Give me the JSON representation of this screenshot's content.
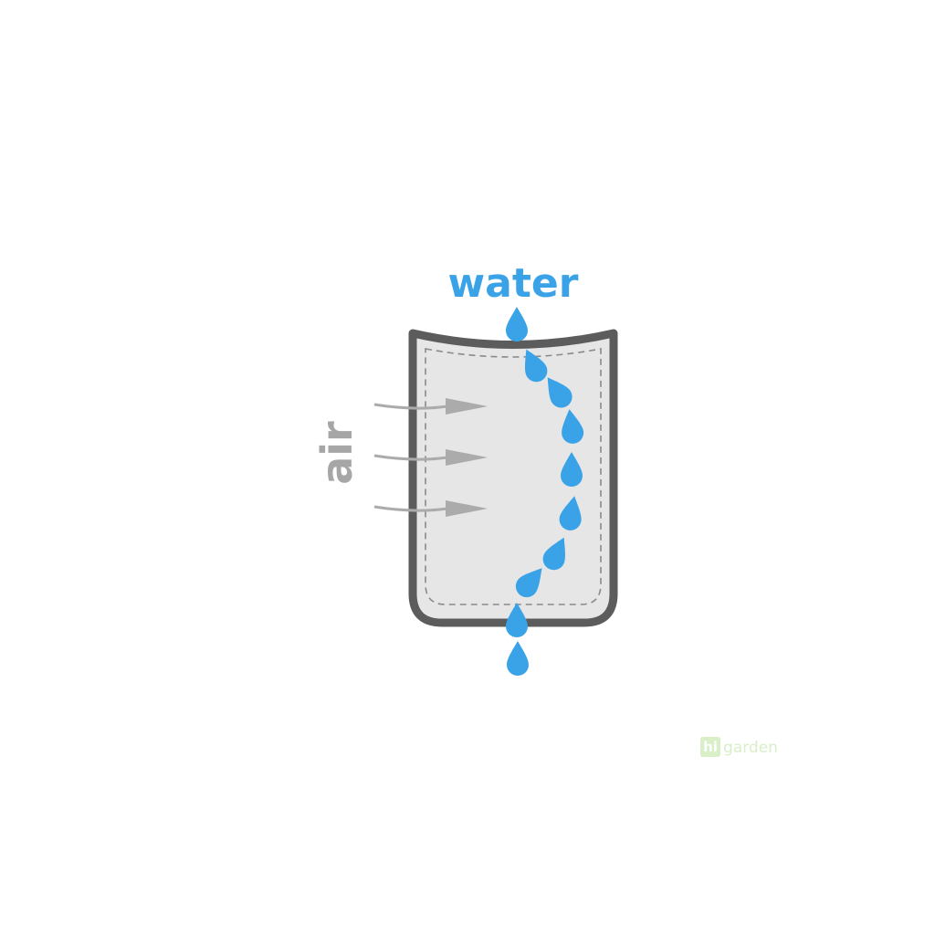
{
  "labels": {
    "water": "water",
    "air": "air"
  },
  "watermark": {
    "hi": "hi",
    "garden": "garden"
  },
  "colors": {
    "water": "#3aa3e8",
    "air_label": "#a6a6a6",
    "arrow": "#ababab",
    "pot_outline": "#5c5c5c",
    "pot_fill": "#e6e6e6",
    "stitch": "#8a8a8a",
    "watermark": "#d8efc8"
  }
}
